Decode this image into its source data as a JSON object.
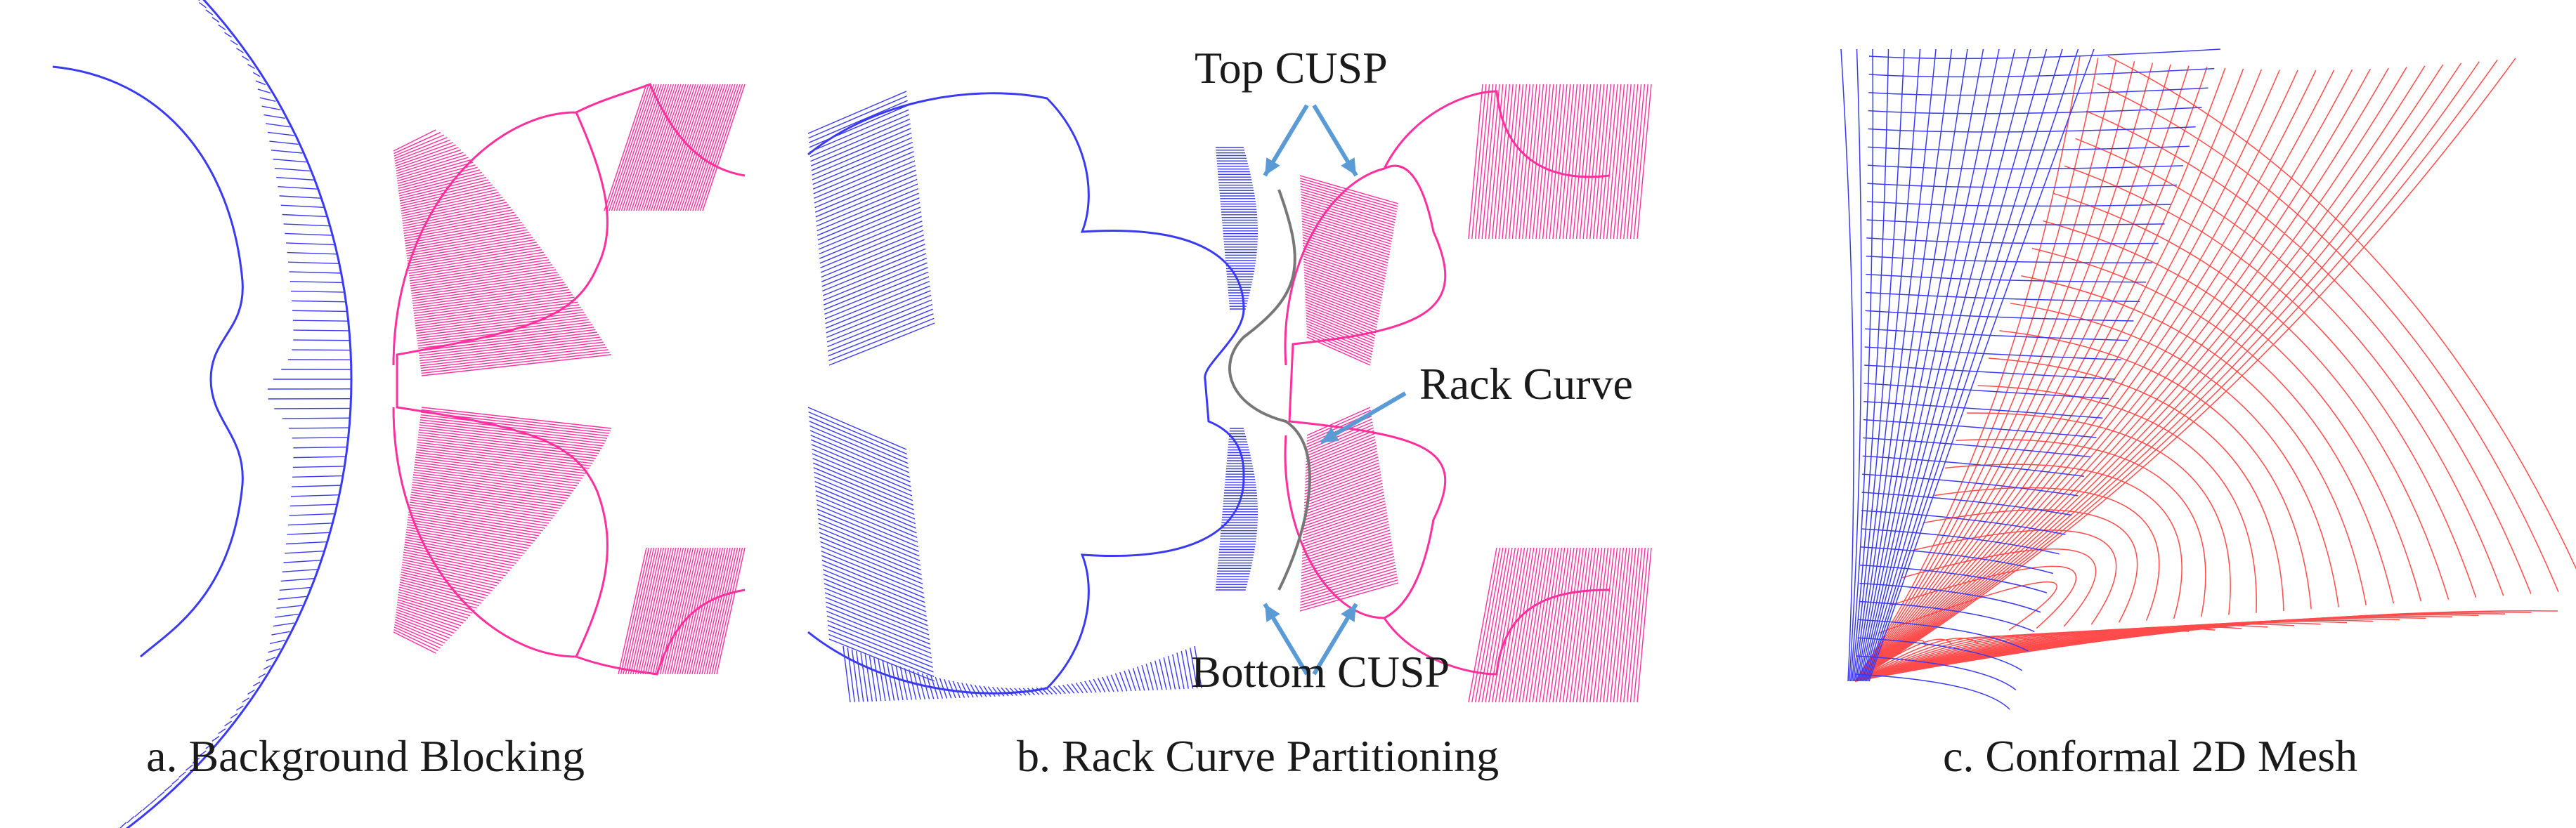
{
  "colors": {
    "blue_rotor": "#3a3af0",
    "magenta_rotor": "#ff2f9e",
    "red_mesh": "#ff4b4b",
    "arrow": "#5b9bd5",
    "rack": "#777777"
  },
  "panel_a": {
    "caption": "a. Background Blocking"
  },
  "panel_b": {
    "caption": "b. Rack Curve Partitioning",
    "top_cusp": "Top CUSP",
    "bottom_cusp": "Bottom CUSP",
    "rack_curve": "Rack Curve"
  },
  "panel_c": {
    "caption": "c. Conformal 2D Mesh"
  }
}
